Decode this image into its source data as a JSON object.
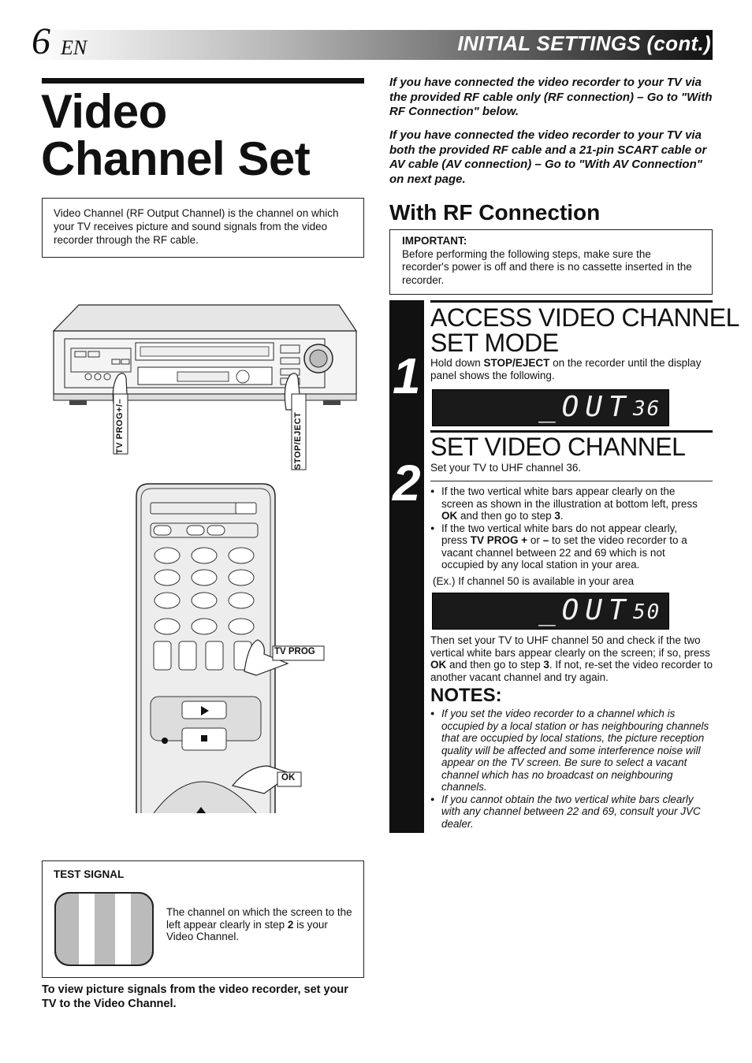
{
  "header": {
    "page_number": "6",
    "language": "EN",
    "section": "INITIAL SETTINGS (cont.)"
  },
  "title": {
    "line1": "Video",
    "line2": "Channel Set"
  },
  "intro": "Video Channel (RF Output Channel) is the channel on which your TV receives picture and sound signals from the video recorder through the RF cable.",
  "right_intro": {
    "rf": "If you have connected the video recorder to your TV via the provided RF cable only (RF connection) – Go to \"With RF Connection\" below.",
    "av": "If you have connected the video recorder to your TV via both the provided RF cable and a 21-pin SCART cable or AV cable (AV connection) – Go to \"With AV Connection\" on next page."
  },
  "rf_heading": "With RF Connection",
  "important": {
    "label": "IMPORTANT:",
    "text": "Before performing the following steps, make sure the recorder's power is off and there is no cassette inserted in the recorder."
  },
  "step1": {
    "number": "1",
    "heading_line1": "ACCESS VIDEO CHANNEL",
    "heading_line2": "SET MODE",
    "text_pre": "Hold down ",
    "text_bold": "STOP/EJECT",
    "text_post": " on the recorder until the display panel shows the following.",
    "display_main": "_OUT",
    "display_channel": "36"
  },
  "step2": {
    "number": "2",
    "heading": "SET VIDEO CHANNEL",
    "text": "Set your TV to UHF channel 36.",
    "bullet1": {
      "a": "If the two vertical white bars appear clearly on the screen as shown in the illustration at bottom left, press ",
      "b": "OK",
      "c": " and then go to step ",
      "d": "3",
      "e": "."
    },
    "bullet2": {
      "a": "If the two vertical white bars do not appear clearly, press ",
      "b": "TV PROG +",
      "c": " or ",
      "d": "–",
      "e": " to set the video recorder to a vacant channel between 22 and 69 which is not occupied by any local station in your area."
    },
    "example": "(Ex.) If channel 50 is available in your area",
    "display_main": "_OUT",
    "display_channel": "50",
    "then": {
      "a": "Then set your TV to UHF channel 50 and check if the two vertical white bars appear clearly on the screen; if so, press ",
      "b": "OK",
      "c": " and then go to step ",
      "d": "3",
      "e": ". If not, re-set the video recorder to another vacant channel and try again."
    }
  },
  "notes": {
    "heading": "NOTES:",
    "items": [
      "If you set the video recorder to a channel which is occupied by a local station or has neighbouring channels that are occupied by local stations, the picture reception quality will be affected and some interference noise will appear on the TV screen. Be sure to select a vacant channel which has no broadcast on neighbouring channels.",
      "If you cannot obtain the two vertical white bars clearly with any channel between 22 and 69, consult your JVC dealer."
    ]
  },
  "illustration": {
    "tv_prog_pm": "TV PROG+/–",
    "stop_eject": "STOP/EJECT",
    "tv_prog": "TV PROG",
    "ok": "OK"
  },
  "test_signal": {
    "label": "TEST SIGNAL",
    "text_pre": "The channel on which the screen to the left appear clearly in step ",
    "text_bold": "2",
    "text_post": " is your Video Channel."
  },
  "final_note": "To view picture signals from the video recorder, set your TV to the Video Channel."
}
